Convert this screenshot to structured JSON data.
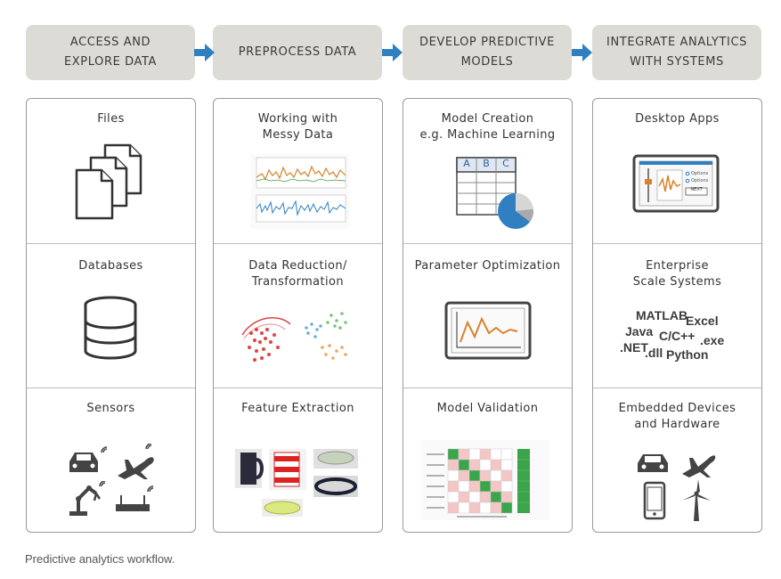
{
  "headers": [
    "ACCESS AND\nEXPLORE DATA",
    "PREPROCESS DATA",
    "DEVELOP PREDICTIVE\nMODELS",
    "INTEGRATE ANALYTICS\nWITH SYSTEMS"
  ],
  "columns": [
    {
      "cells": [
        "Files",
        "Databases",
        "Sensors"
      ]
    },
    {
      "cells": [
        "Working with\nMessy Data",
        "Data Reduction/\nTransformation",
        "Feature Extraction"
      ]
    },
    {
      "cells": [
        "Model Creation\ne.g. Machine Learning",
        "Parameter Optimization",
        "Model Validation"
      ]
    },
    {
      "cells": [
        "Desktop Apps",
        "Enterprise\nScale Systems",
        "Embedded Devices\nand Hardware"
      ]
    }
  ],
  "spreadsheet_headers": [
    "A",
    "B",
    "C"
  ],
  "app_mock": {
    "option_1": "Options",
    "option_2": "Options",
    "next_label": "NEXT"
  },
  "languages": [
    "MATLAB",
    "Excel",
    "Java",
    "C/C++",
    ".exe",
    ".NET",
    ".dll",
    "Python"
  ],
  "caption": "Predictive analytics workflow.",
  "colors": {
    "arrow": "#2f7fc1",
    "header_bg": "#dddbd6",
    "icon": "#333333",
    "accent_orange": "#d9822b",
    "accent_blue": "#2f7fc1"
  }
}
